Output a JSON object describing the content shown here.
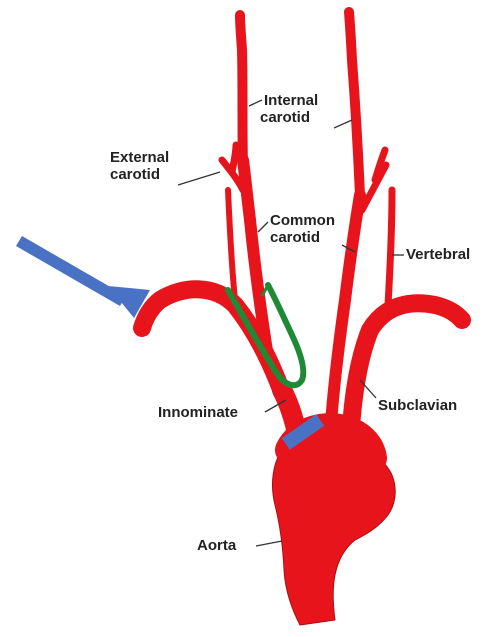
{
  "diagram": {
    "labels": {
      "internal_carotid": [
        "Internal",
        "carotid"
      ],
      "external_carotid": [
        "External",
        "carotid"
      ],
      "common_carotid": [
        "Common",
        "carotid"
      ],
      "vertebral": "Vertebral",
      "subclavian": "Subclavian",
      "innominate": "Innominate",
      "aorta": "Aorta"
    },
    "colors": {
      "vessel": "#e8141b",
      "vessel_edge": "#b00c12",
      "catheter": "#1e8a35",
      "arrow": "#4a72c4",
      "clamp": "#4a72c4",
      "leader": "#333333"
    },
    "annotations": {
      "arrow": "arrow-icon",
      "catheter_loop": "u-turn-catheter",
      "clamp_marker": "clamp-bar"
    }
  }
}
